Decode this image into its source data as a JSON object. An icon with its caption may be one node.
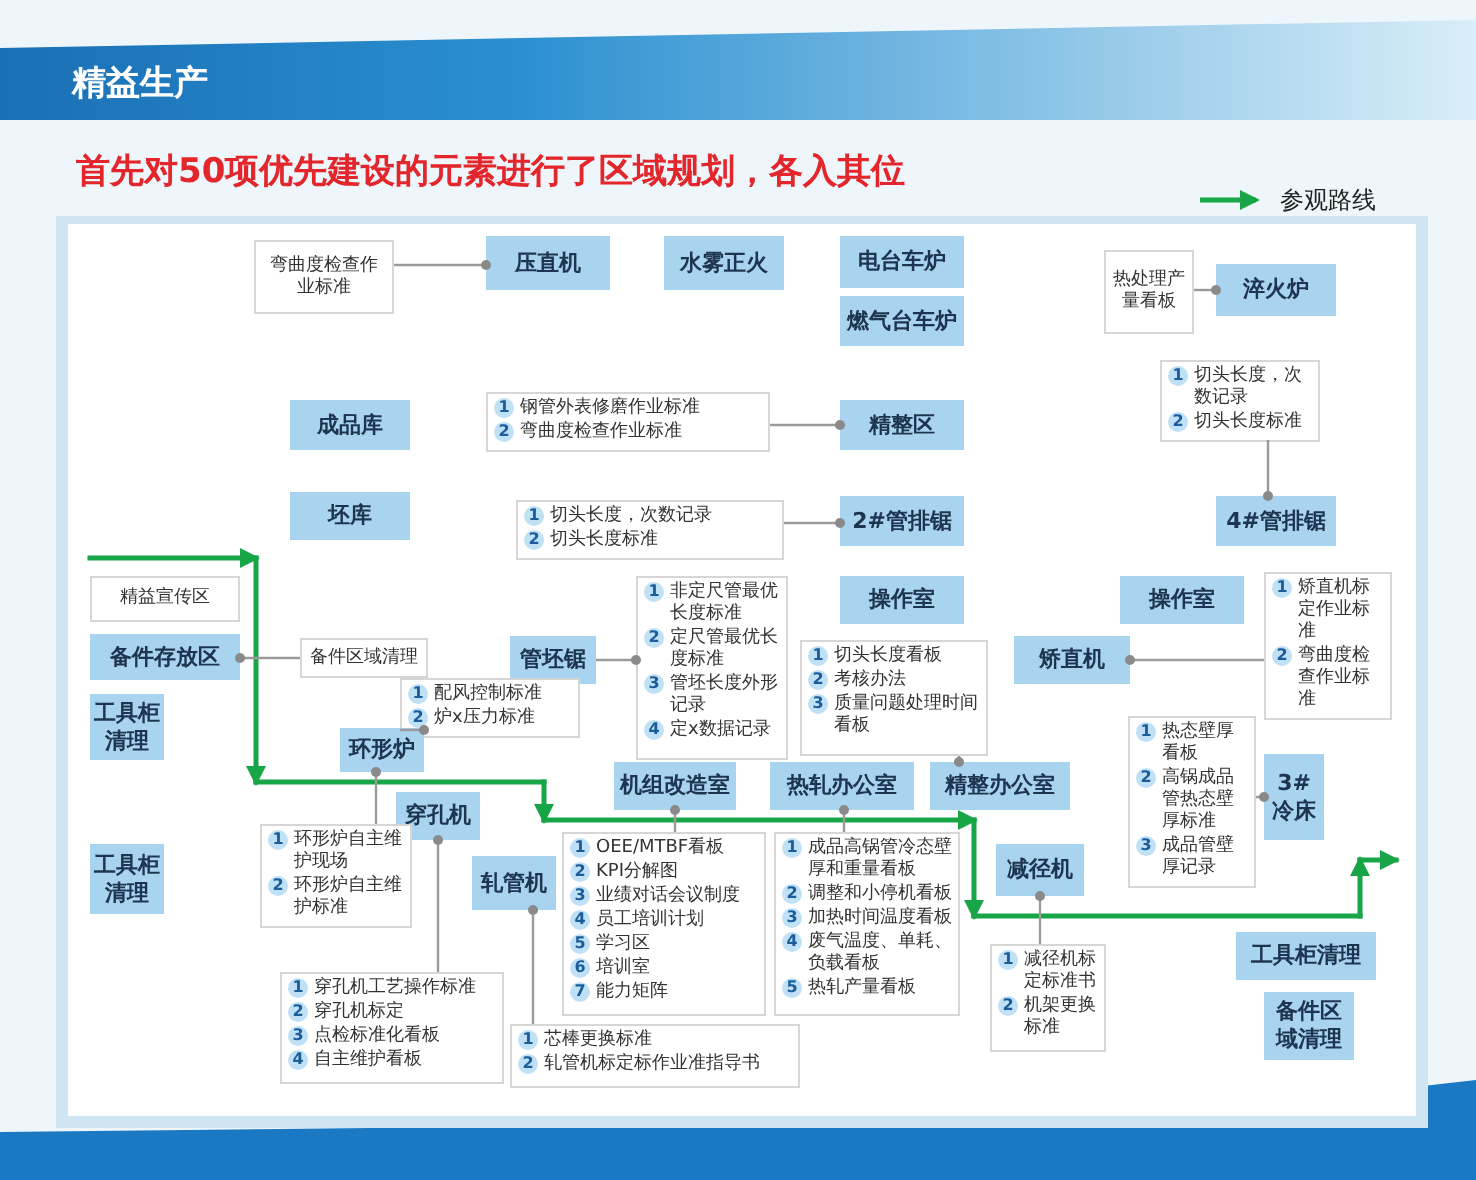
{
  "diagram": {
    "title": "精益生产",
    "nodes": [
      {
        "text": [
          "弯曲度检查作业标准"
        ]
      },
      {
        "text": [
          "压直机"
        ]
      },
      {
        "text": [
          "水雾正火"
        ]
      },
      {
        "text": [
          "电台车炉"
        ]
      },
      {
        "text": [
          "燃气台车炉"
        ]
      },
      {
        "text": [
          "热处理产量看板"
        ]
      },
      {
        "text": [
          "淬火炉"
        ]
      },
      {
        "text": [
          "成品库"
        ]
      },
      {
        "text": [
          "1",
          "钢管外表修磨作业标准",
          "2",
          "弯曲度检查作业标准"
        ]
      },
      {
        "text": [
          "精整区"
        ]
      },
      {
        "text": [
          "1",
          "切头长度，次数记录",
          "2",
          "切头长度标准"
        ]
      },
      {
        "text": [
          "坯库"
        ]
      },
      {
        "text": [
          "1",
          "切头长度，次数记录",
          "2",
          "切头长度标准"
        ]
      },
      {
        "text": [
          "2#管排锯"
        ]
      },
      {
        "text": [
          "4#管排锯"
        ]
      },
      {
        "text": [
          "精益宣传区"
        ]
      },
      {
        "text": [
          "备件存放区"
        ]
      },
      {
        "text": [
          "备件区域清理"
        ]
      },
      {
        "text": [
          "管坯锯"
        ]
      },
      {
        "text": [
          "1",
          "非定尺管最优长度标准",
          "2",
          "定尺管最优长度标准",
          "3",
          "管坯长度外形记录",
          "4",
          "定x数据记录"
        ]
      },
      {
        "text": [
          "操作室"
        ]
      },
      {
        "text": [
          "操作室"
        ]
      },
      {
        "text": [
          "1",
          "矫直机标定作业标准",
          "2",
          "弯曲度检查作业标准"
        ]
      },
      {
        "text": [
          "工具柜清理"
        ]
      },
      {
        "text": [
          "1",
          "配风控制标准",
          "2",
          "炉x压力标准"
        ]
      },
      {
        "text": [
          "环形炉"
        ]
      },
      {
        "text": [
          "1",
          "切头长度看板",
          "2",
          "考核办法",
          "3",
          "质量问题处理时间看板"
        ]
      },
      {
        "text": [
          "矫直机"
        ]
      },
      {
        "text": [
          "机组改造室"
        ]
      },
      {
        "text": [
          "热轧办公室"
        ]
      },
      {
        "text": [
          "精整办公室"
        ]
      },
      {
        "text": [
          "1",
          "热态壁厚看板",
          "2",
          "高锅成品管热态壁厚标准",
          "3",
          "成品管壁厚记录"
        ]
      },
      {
        "text": [
          "3# 冷床"
        ]
      },
      {
        "text": [
          "穿孔机"
        ]
      },
      {
        "text": [
          "1",
          "环形炉自主维护现场",
          "2",
          "环形炉自主维护标准"
        ]
      },
      {
        "text": [
          "工具柜清理"
        ]
      },
      {
        "text": [
          "轧管机"
        ]
      },
      {
        "text": [
          "1",
          "OEE/MTBF看板",
          "2",
          "KPI分解图",
          "3",
          "业绩对话会议制度",
          "4",
          "员工培训计划",
          "5",
          "学习区",
          "6",
          "培训室",
          "7",
          "能力矩阵"
        ]
      },
      {
        "text": [
          "1",
          "成品高锅管冷态壁厚和重量看板",
          "2",
          "调整和小停机看板",
          "3",
          "加热时间温度看板",
          "4",
          "废气温度、单耗、负载看板",
          "5",
          "热轧产量看板"
        ]
      },
      {
        "text": [
          "减径机"
        ]
      },
      {
        "text": [
          "1",
          "减径机标定标准书",
          "2",
          "机架更换标准"
        ]
      },
      {
        "text": [
          "工具柜清理"
        ]
      },
      {
        "text": [
          "备件区域清理"
        ]
      },
      {
        "text": [
          "1",
          "穿孔机工艺操作标准",
          "2",
          "穿孔机标定",
          "3",
          "点检标准化看板",
          "4",
          "自主维护看板"
        ]
      },
      {
        "text": [
          "1",
          "芯棒更换标准",
          "2",
          "轧管机标定标作业准指导书"
        ]
      }
    ],
    "edges": [
      {
        "from": 0,
        "to": 1,
        "arrow": "other"
      },
      {
        "from": 5,
        "to": 6,
        "arrow": "other"
      },
      {
        "from": 8,
        "to": 9,
        "arrow": "other"
      },
      {
        "from": 10,
        "to": 14,
        "arrow": "other"
      },
      {
        "from": 12,
        "to": 13,
        "arrow": "other"
      },
      {
        "from": 17,
        "to": 16,
        "arrow": "other"
      },
      {
        "from": 18,
        "to": 19,
        "arrow": "other"
      },
      {
        "from": 24,
        "to": 25,
        "arrow": "other"
      },
      {
        "from": 22,
        "to": 27,
        "arrow": "other"
      },
      {
        "from": 26,
        "to": 30,
        "arrow": "other"
      },
      {
        "from": 31,
        "to": 32,
        "arrow": "other"
      },
      {
        "from": 34,
        "to": 25,
        "arrow": "other"
      },
      {
        "from": 37,
        "to": 28,
        "arrow": "other"
      },
      {
        "from": 38,
        "to": 29,
        "arrow": "other"
      },
      {
        "from": 43,
        "to": 33,
        "arrow": "other"
      },
      {
        "from": 44,
        "to": 36,
        "arrow": "other"
      },
      {
        "from": 40,
        "to": 39,
        "arrow": "other"
      }
    ],
    "labels": [
      "首先对50项优先建设的元素进行了区域规划，各入其位"
    ],
    "legend": [
      {
        "text": "参观路线"
      }
    ]
  }
}
